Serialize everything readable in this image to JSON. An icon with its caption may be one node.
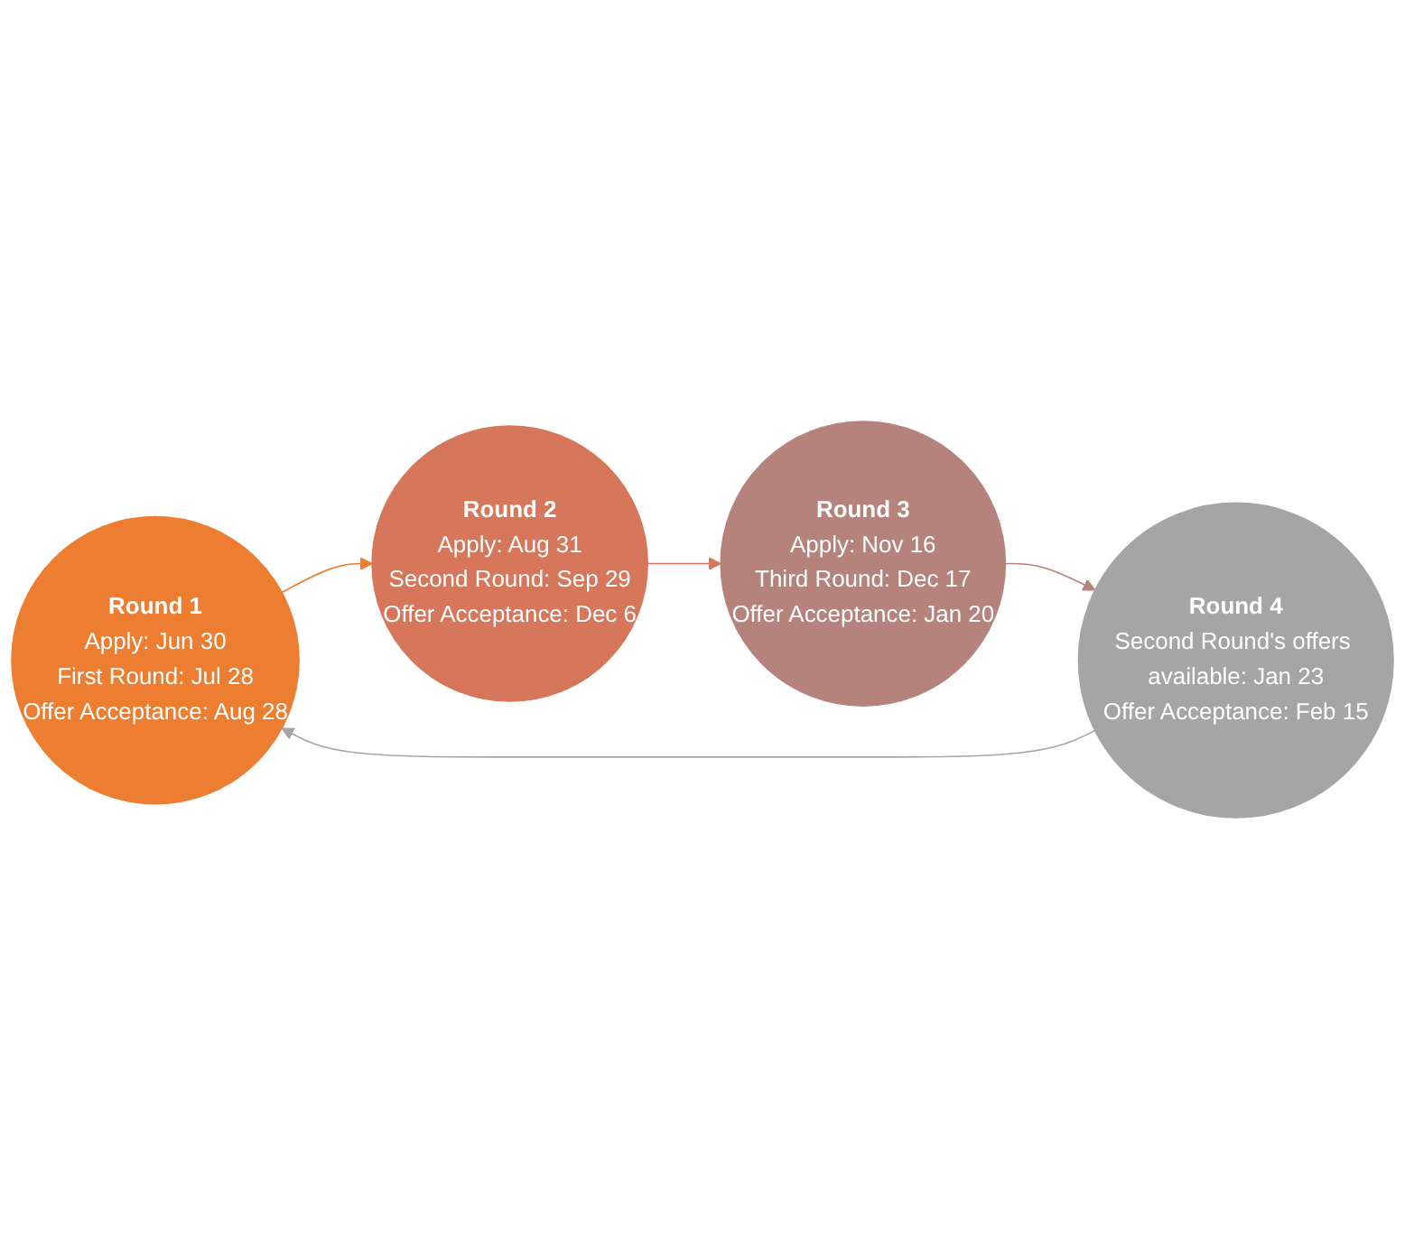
{
  "diagram": {
    "nodes": [
      {
        "text": [
          "Round 1",
          "Apply: Jun 30",
          "First Round: Jul 28",
          "Offer Acceptance: Aug 28"
        ]
      },
      {
        "text": [
          "Round 2",
          "Apply: Aug 31",
          "Second Round: Sep 29",
          "Offer Acceptance: Dec 6"
        ]
      },
      {
        "text": [
          "Round 3",
          "Apply: Nov 16",
          "Third Round: Dec 17",
          "Offer Acceptance: Jan 20"
        ]
      },
      {
        "text": [
          "Round 4",
          "Second Round's offers available: Jan 23",
          "Offer Acceptance: Feb 15"
        ]
      }
    ],
    "edges": [
      {
        "from": 0,
        "to": 1,
        "arrow": "to",
        "color": "#ed7d31"
      },
      {
        "from": 1,
        "to": 2,
        "arrow": "to",
        "color": "#d6765a"
      },
      {
        "from": 2,
        "to": 3,
        "arrow": "to",
        "color": "#b5837c"
      },
      {
        "from": 3,
        "to": 0,
        "arrow": "to",
        "color": "#a5a5a5"
      }
    ]
  }
}
